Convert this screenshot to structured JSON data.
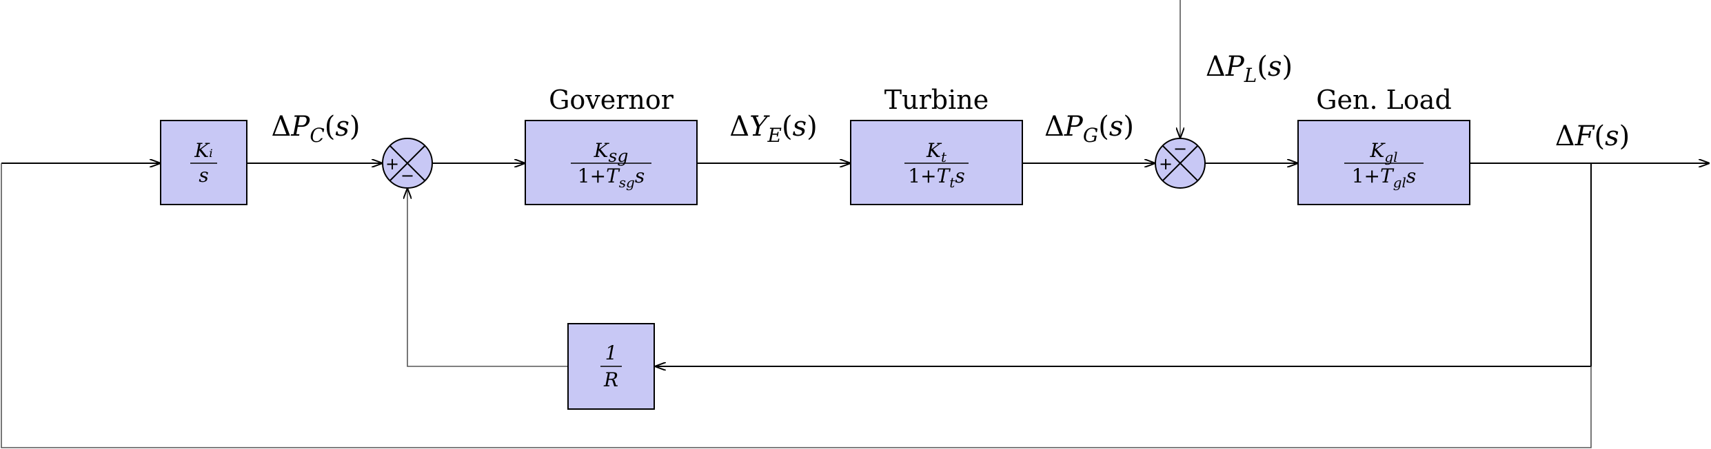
{
  "blocks": {
    "integral": {
      "num": "Kᵢ",
      "den": "s"
    },
    "governor": {
      "title": "Governor",
      "num": "K_sg",
      "den": "1+T_sg s"
    },
    "turbine": {
      "title": "Turbine",
      "num": "Kₜ",
      "den": "1+Tₜ s"
    },
    "gen_load": {
      "title": "Gen. Load",
      "num": "K_gl",
      "den": "1+T_gl s"
    },
    "droop": {
      "num": "1",
      "den": "R"
    }
  },
  "signals": {
    "pc": "ΔP_C(s)",
    "ye": "ΔY_E(s)",
    "pg": "ΔP_G(s)",
    "pl": "ΔP_L(s)",
    "f": "ΔF(s)"
  },
  "summing_junctions": {
    "sum1": {
      "plus": "+",
      "minus": "−"
    },
    "sum2": {
      "plus": "+",
      "minus": "−"
    }
  },
  "colors": {
    "block_fill": "#c8c8f5",
    "line": "#000000"
  }
}
